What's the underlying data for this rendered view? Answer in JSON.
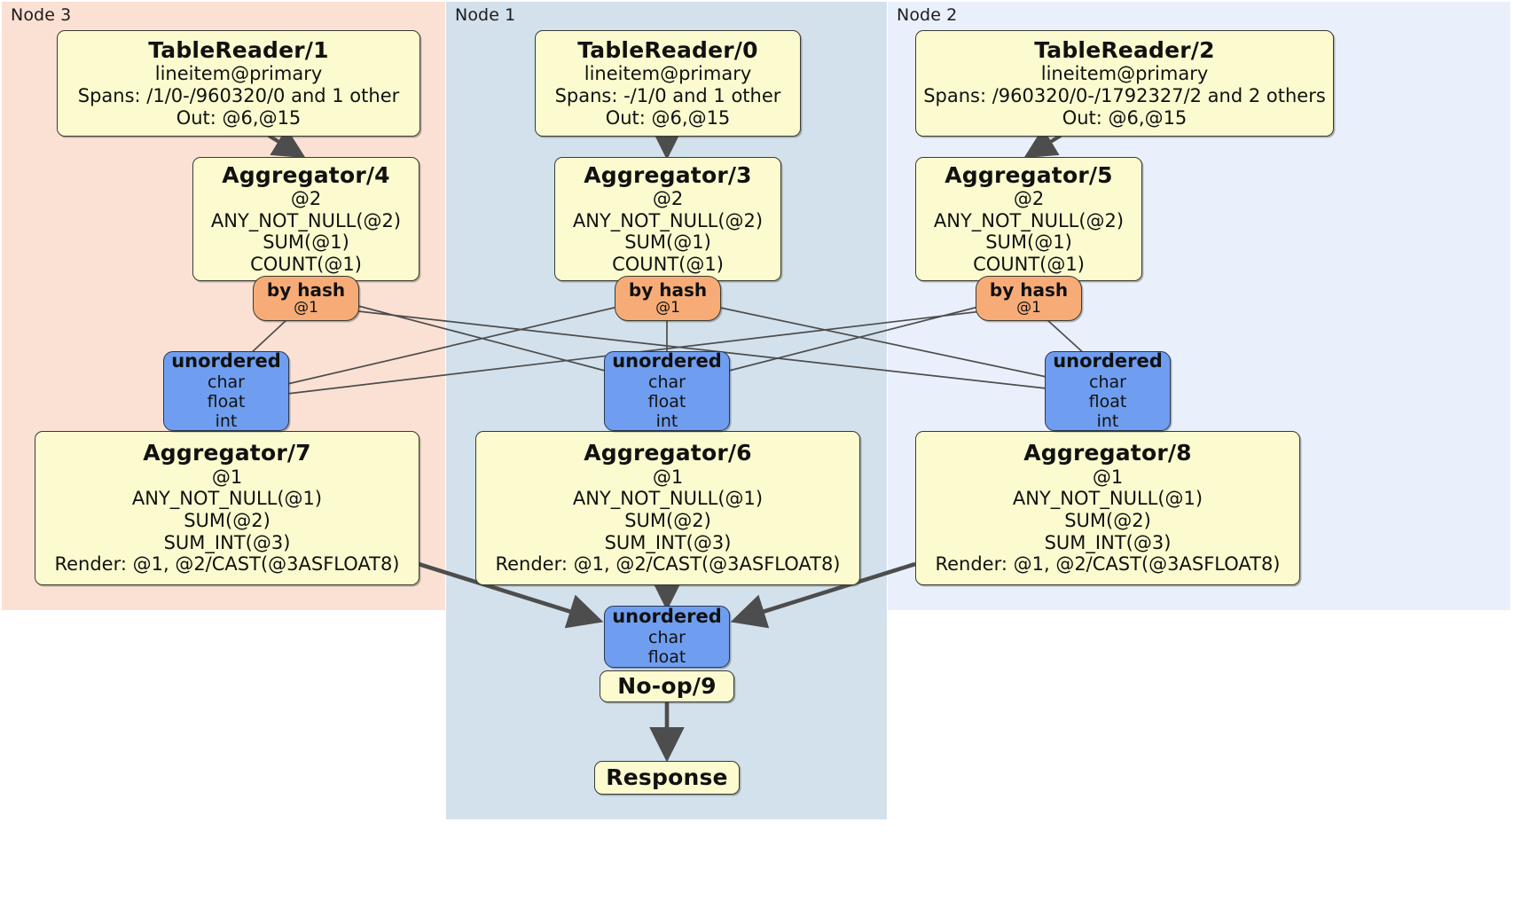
{
  "diagram": {
    "type": "distributed-query-execution-plan",
    "title": "",
    "colors": {
      "node3_panel": "#fbe1d4",
      "node1_panel": "#d3e1ec",
      "node2_panel": "#eaf0fb",
      "processor_box": "#fbfbcf",
      "router_box": "#f7ac77",
      "receiver_box": "#6f9ef0",
      "edge": "#4d4d4d",
      "box_border": "#3b3b33"
    }
  },
  "panels": [
    {
      "id": "node3",
      "label": "Node 3"
    },
    {
      "id": "node1",
      "label": "Node 1"
    },
    {
      "id": "node2",
      "label": "Node 2"
    }
  ],
  "processors": {
    "tablereader_1": {
      "title": "TableReader/1",
      "lines": [
        "lineitem@primary",
        "Spans: /1/0-/960320/0 and 1 other",
        "Out: @6,@15"
      ]
    },
    "tablereader_0": {
      "title": "TableReader/0",
      "lines": [
        "lineitem@primary",
        "Spans: -/1/0 and 1 other",
        "Out: @6,@15"
      ]
    },
    "tablereader_2": {
      "title": "TableReader/2",
      "lines": [
        "lineitem@primary",
        "Spans: /960320/0-/1792327/2 and 2 others",
        "Out: @6,@15"
      ]
    },
    "aggregator_4": {
      "title": "Aggregator/4",
      "lines": [
        "@2",
        "ANY_NOT_NULL(@2)",
        "SUM(@1)",
        "COUNT(@1)"
      ]
    },
    "aggregator_3": {
      "title": "Aggregator/3",
      "lines": [
        "@2",
        "ANY_NOT_NULL(@2)",
        "SUM(@1)",
        "COUNT(@1)"
      ]
    },
    "aggregator_5": {
      "title": "Aggregator/5",
      "lines": [
        "@2",
        "ANY_NOT_NULL(@2)",
        "SUM(@1)",
        "COUNT(@1)"
      ]
    },
    "aggregator_7": {
      "title": "Aggregator/7",
      "lines": [
        "@1",
        "ANY_NOT_NULL(@1)",
        "SUM(@2)",
        "SUM_INT(@3)",
        "Render: @1, @2/CAST(@3ASFLOAT8)"
      ]
    },
    "aggregator_6": {
      "title": "Aggregator/6",
      "lines": [
        "@1",
        "ANY_NOT_NULL(@1)",
        "SUM(@2)",
        "SUM_INT(@3)",
        "Render: @1, @2/CAST(@3ASFLOAT8)"
      ]
    },
    "aggregator_8": {
      "title": "Aggregator/8",
      "lines": [
        "@1",
        "ANY_NOT_NULL(@1)",
        "SUM(@2)",
        "SUM_INT(@3)",
        "Render: @1, @2/CAST(@3ASFLOAT8)"
      ]
    },
    "noop_9": {
      "title": "No-op/9",
      "lines": []
    },
    "response": {
      "title": "Response",
      "lines": []
    }
  },
  "routers": {
    "hash_left": {
      "title": "by hash",
      "lines": [
        "@1"
      ]
    },
    "hash_center": {
      "title": "by hash",
      "lines": [
        "@1"
      ]
    },
    "hash_right": {
      "title": "by hash",
      "lines": [
        "@1"
      ]
    }
  },
  "receivers": {
    "unordered_left": {
      "title": "unordered",
      "lines": [
        "char",
        "float",
        "int"
      ]
    },
    "unordered_center": {
      "title": "unordered",
      "lines": [
        "char",
        "float",
        "int"
      ]
    },
    "unordered_right": {
      "title": "unordered",
      "lines": [
        "char",
        "float",
        "int"
      ]
    },
    "unordered_final": {
      "title": "unordered",
      "lines": [
        "char",
        "float"
      ]
    }
  }
}
